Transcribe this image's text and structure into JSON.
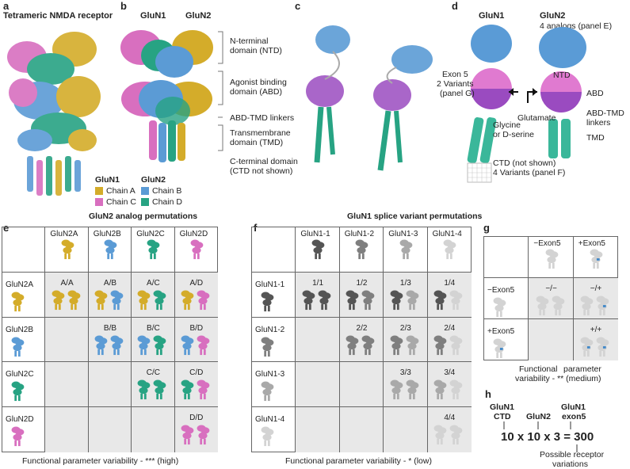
{
  "panels": {
    "a": {
      "letter": "a",
      "title": "Tetrameric NMDA receptor",
      "legend": {
        "col1_title": "GluN1",
        "col2_title": "GluN2",
        "chain_a": "Chain A",
        "chain_c": "Chain C",
        "chain_b": "Chain B",
        "chain_d": "Chain D"
      }
    },
    "b": {
      "letter": "b",
      "glun1": "GluN1",
      "glun2": "GluN2",
      "ntd": "N-terminal domain (NTD)",
      "abd": "Agonist binding domain (ABD)",
      "linkers": "ABD-TMD linkers",
      "tmd": "Transmembrane domain (TMD)",
      "ctd": "C-terminal domain (CTD not shown)"
    },
    "c": {
      "letter": "c"
    },
    "d": {
      "letter": "d",
      "glun1": "GluN1",
      "glun2": "GluN2",
      "glun2_sub": "4 analogs (panel E)",
      "ntd": "NTD",
      "exon5": "Exon 5",
      "exon5_sub1": "2 Variants",
      "exon5_sub2": "(panel G)",
      "glutamate": "Glutamate",
      "abd": "ABD",
      "abd_tmd1": "ABD-TMD",
      "abd_tmd2": "linkers",
      "glycine1": "Glycine",
      "glycine2": "or D-serine",
      "tmd": "TMD",
      "ctd1": "CTD (not shown)",
      "ctd2": "4 Variants (panel F)"
    },
    "e": {
      "letter": "e",
      "title": "GluN2 analog permutations",
      "cols": [
        "GluN2A",
        "GluN2B",
        "GluN2C",
        "GluN2D"
      ],
      "rows": [
        "GluN2A",
        "GluN2B",
        "GluN2C",
        "GluN2D"
      ],
      "cells": [
        [
          "A/A",
          "A/B",
          "A/C",
          "A/D"
        ],
        [
          "",
          "B/B",
          "B/C",
          "B/D"
        ],
        [
          "",
          "",
          "C/C",
          "C/D"
        ],
        [
          "",
          "",
          "",
          "D/D"
        ]
      ],
      "caption": "Functional parameter variability - *** (high)"
    },
    "f": {
      "letter": "f",
      "title": "GluN1 splice variant permutations",
      "cols": [
        "GluN1-1",
        "GluN1-2",
        "GluN1-3",
        "GluN1-4"
      ],
      "rows": [
        "GluN1-1",
        "GluN1-2",
        "GluN1-3",
        "GluN1-4"
      ],
      "cells": [
        [
          "1/1",
          "1/2",
          "1/3",
          "1/4"
        ],
        [
          "",
          "2/2",
          "2/3",
          "2/4"
        ],
        [
          "",
          "",
          "3/3",
          "3/4"
        ],
        [
          "",
          "",
          "",
          "4/4"
        ]
      ],
      "caption": "Functional parameter variability - * (low)"
    },
    "g": {
      "letter": "g",
      "cols": [
        "−Exon5",
        "+Exon5"
      ],
      "rows": [
        "−Exon5",
        "+Exon5"
      ],
      "cells": [
        [
          "−/−",
          "−/+"
        ],
        [
          "",
          "+/+"
        ]
      ],
      "caption1": "Functional",
      "caption2": "parameter",
      "caption3": "variability - ** (medium)"
    },
    "h": {
      "letter": "h",
      "col1a": "GluN1",
      "col1b": "CTD",
      "col2": "GluN2",
      "col3a": "GluN1",
      "col3b": "exon5",
      "equation": "10 x 10 x 3 = 300",
      "note1": "Possible receptor",
      "note2": "variations"
    }
  },
  "colors": {
    "glun1_a": "#d4ac2a",
    "glun1_c": "#d86fbf",
    "glun2_b": "#5b9bd5",
    "glun2_d": "#27a383",
    "d_blue": "#5a9bd6",
    "d_pink": "#e07ad0",
    "d_purple": "#9a4bc0",
    "d_green": "#3ab79a",
    "grey1": "#555555",
    "grey2": "#7f7f7f",
    "grey3": "#a9a9a9",
    "grey4": "#d3d3d3",
    "exon_blue": "#3f87c8"
  }
}
